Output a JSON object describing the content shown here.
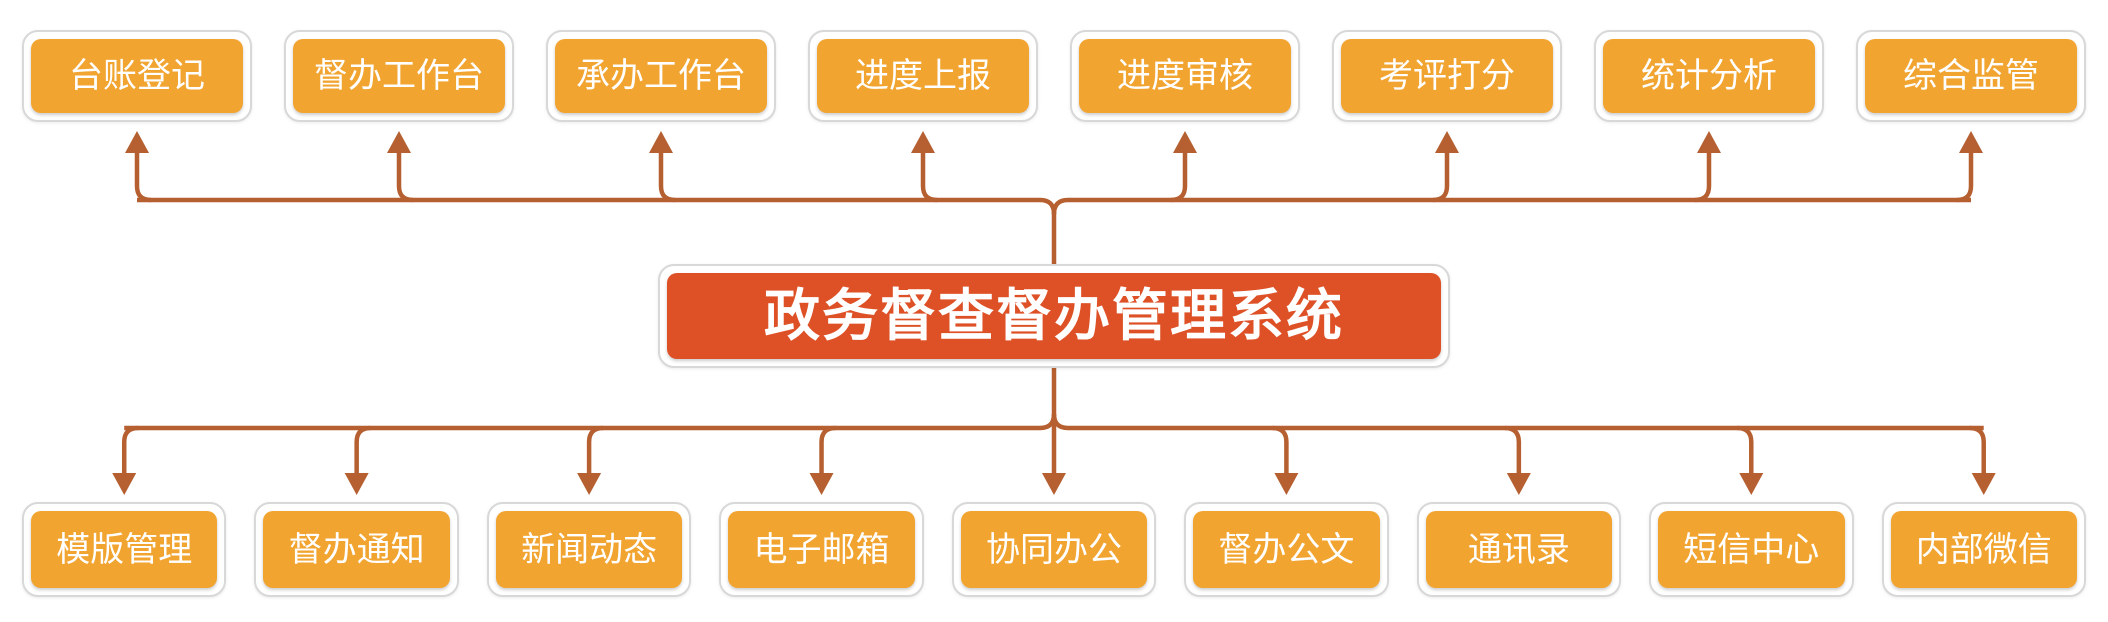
{
  "diagram": {
    "center": {
      "label": "政务督查督办管理系统"
    },
    "top": {
      "labels": [
        "台账登记",
        "督办工作台",
        "承办工作台",
        "进度上报",
        "进度审核",
        "考评打分",
        "统计分析",
        "综合监管"
      ]
    },
    "bottom": {
      "labels": [
        "模版管理",
        "督办通知",
        "新闻动态",
        "电子邮箱",
        "协同办公",
        "督办公文",
        "通讯录",
        "短信中心",
        "内部微信"
      ]
    },
    "colors": {
      "module_fill": "#F2A430",
      "center_fill": "#DE5126",
      "connector": "#B65F30",
      "card_border": "#D8D8D8",
      "label_text": "#FFFFFF",
      "background": "#FFFFFF"
    }
  }
}
